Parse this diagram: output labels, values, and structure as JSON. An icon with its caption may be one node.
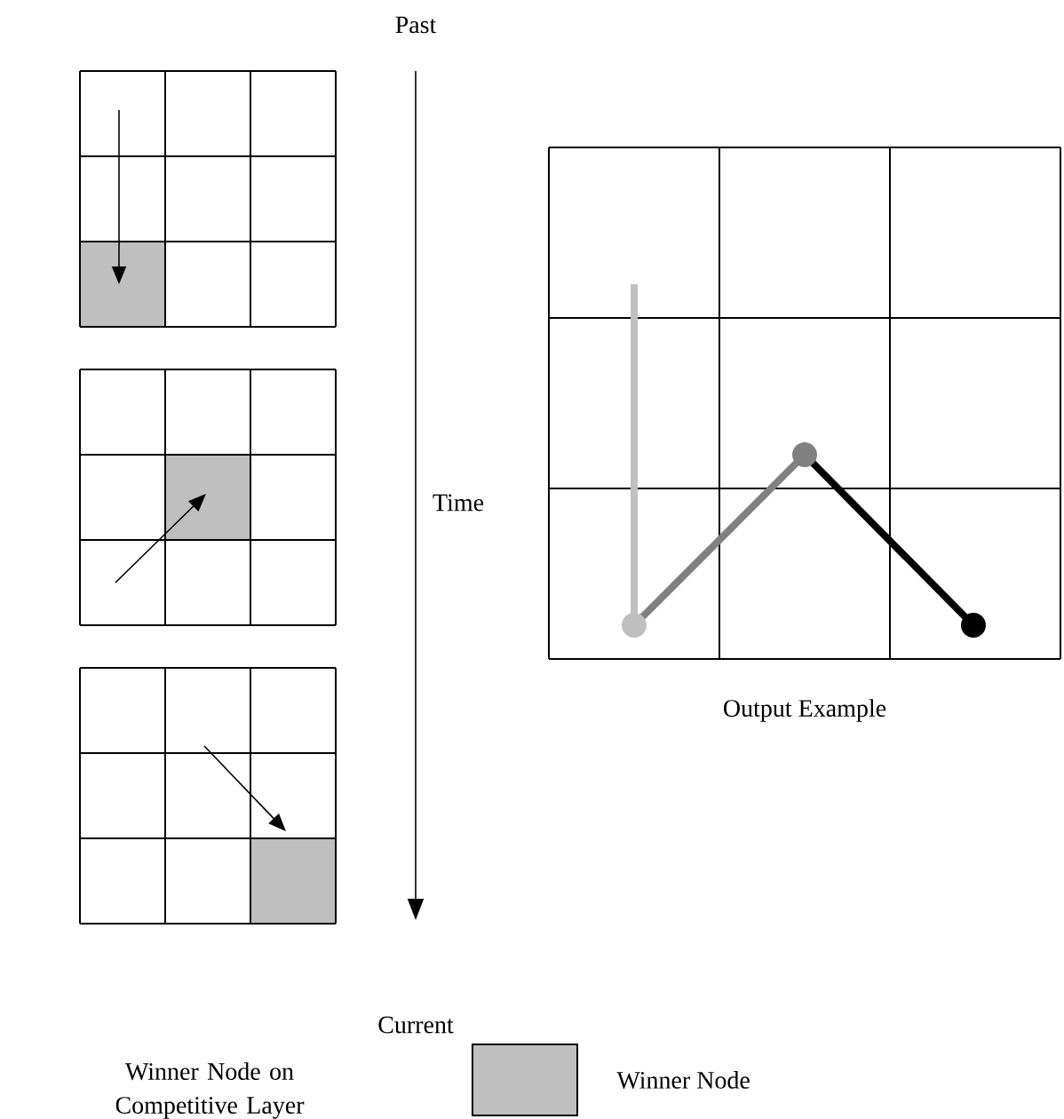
{
  "diagram": {
    "labels": [
      "Past",
      "Time",
      "Current",
      "Output Example",
      "Winner Node on Competitive Layer"
    ],
    "legend": [
      {
        "text": "Winner Node",
        "color": "#c0c0c0"
      }
    ]
  }
}
